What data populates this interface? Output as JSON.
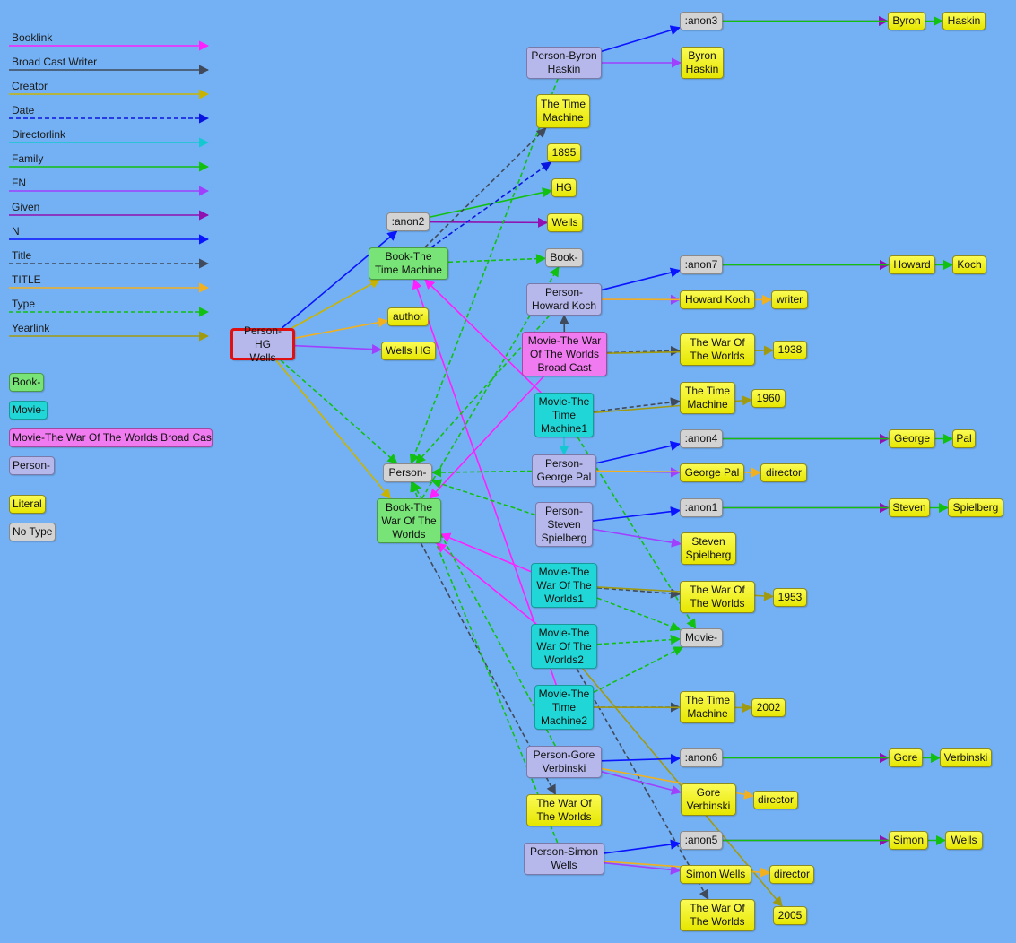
{
  "legend": {
    "edge_types": [
      {
        "label": "Booklink",
        "color": "#ff20ff",
        "dashed": false
      },
      {
        "label": "Broad Cast Writer",
        "color": "#404a5a",
        "dashed": false
      },
      {
        "label": "Creator",
        "color": "#c8b400",
        "dashed": false
      },
      {
        "label": "Date",
        "color": "#0a14e0",
        "dashed": true
      },
      {
        "label": "Directorlink",
        "color": "#14c8d2",
        "dashed": false
      },
      {
        "label": "Family",
        "color": "#12c012",
        "dashed": false
      },
      {
        "label": "FN",
        "color": "#a040ff",
        "dashed": false
      },
      {
        "label": "Given",
        "color": "#9010b0",
        "dashed": false
      },
      {
        "label": "N",
        "color": "#0a14ff",
        "dashed": false
      },
      {
        "label": "Title",
        "color": "#404a5a",
        "dashed": true
      },
      {
        "label": "TITLE",
        "color": "#f0b020",
        "dashed": false
      },
      {
        "label": "Type",
        "color": "#12c012",
        "dashed": true
      },
      {
        "label": "Yearlink",
        "color": "#a09a10",
        "dashed": false
      }
    ],
    "node_types": [
      {
        "label": "Book-",
        "kind": "book"
      },
      {
        "label": "Movie-",
        "kind": "movie"
      },
      {
        "label": "Movie-The War Of The Worlds Broad Cast",
        "kind": "bcast"
      },
      {
        "label": "Person-",
        "kind": "person"
      },
      {
        "label": "Literal",
        "kind": "lit"
      },
      {
        "label": "No Type",
        "kind": "notype"
      }
    ]
  },
  "nodes": [
    {
      "id": "root",
      "label": "Person-HG\nWells",
      "kind": "root"
    },
    {
      "id": "anon2",
      "label": ":anon2",
      "kind": "notype"
    },
    {
      "id": "bookTM",
      "label": "Book-The\nTime Machine",
      "kind": "book"
    },
    {
      "id": "author",
      "label": "author",
      "kind": "lit"
    },
    {
      "id": "wellsHG",
      "label": "Wells HG",
      "kind": "lit"
    },
    {
      "id": "personType",
      "label": "Person-",
      "kind": "notype"
    },
    {
      "id": "bookWOTW",
      "label": "Book-The\nWar Of The\nWorlds",
      "kind": "book"
    },
    {
      "id": "byron",
      "label": "Person-Byron\nHaskin",
      "kind": "person"
    },
    {
      "id": "tmTitle",
      "label": "The Time\nMachine",
      "kind": "lit"
    },
    {
      "id": "y1895",
      "label": "1895",
      "kind": "lit"
    },
    {
      "id": "hg",
      "label": "HG",
      "kind": "lit"
    },
    {
      "id": "wells",
      "label": "Wells",
      "kind": "lit"
    },
    {
      "id": "bookType",
      "label": "Book-",
      "kind": "notype"
    },
    {
      "id": "howard",
      "label": "Person-\nHoward Koch",
      "kind": "person"
    },
    {
      "id": "bcast",
      "label": "Movie-The War\nOf The Worlds\nBroad Cast",
      "kind": "bcast"
    },
    {
      "id": "mTM1",
      "label": "Movie-The\nTime\nMachine1",
      "kind": "movie"
    },
    {
      "id": "george",
      "label": "Person-\nGeorge Pal",
      "kind": "person"
    },
    {
      "id": "steven",
      "label": "Person-\nSteven\nSpielberg",
      "kind": "person"
    },
    {
      "id": "mW1",
      "label": "Movie-The\nWar Of The\nWorlds1",
      "kind": "movie"
    },
    {
      "id": "mW2",
      "label": "Movie-The\nWar Of The\nWorlds2",
      "kind": "movie"
    },
    {
      "id": "mTM2",
      "label": "Movie-The\nTime\nMachine2",
      "kind": "movie"
    },
    {
      "id": "gore",
      "label": "Person-Gore\nVerbinski",
      "kind": "person"
    },
    {
      "id": "wotwTitle",
      "label": "The War Of\nThe Worlds",
      "kind": "lit"
    },
    {
      "id": "simon",
      "label": "Person-Simon\nWells",
      "kind": "person"
    },
    {
      "id": "anon3",
      "label": ":anon3",
      "kind": "notype"
    },
    {
      "id": "byronHaskinL",
      "label": "Byron\nHaskin",
      "kind": "lit"
    },
    {
      "id": "byronL",
      "label": "Byron",
      "kind": "lit"
    },
    {
      "id": "haskinL",
      "label": "Haskin",
      "kind": "lit"
    },
    {
      "id": "anon7",
      "label": ":anon7",
      "kind": "notype"
    },
    {
      "id": "howardL",
      "label": "Howard",
      "kind": "lit"
    },
    {
      "id": "kochL",
      "label": "Koch",
      "kind": "lit"
    },
    {
      "id": "howardKochL",
      "label": "Howard Koch",
      "kind": "lit"
    },
    {
      "id": "writerL",
      "label": "writer",
      "kind": "lit"
    },
    {
      "id": "bcTitle",
      "label": "The War Of\nThe Worlds",
      "kind": "lit"
    },
    {
      "id": "y1938",
      "label": "1938",
      "kind": "lit"
    },
    {
      "id": "tm1Title",
      "label": "The Time\nMachine",
      "kind": "lit"
    },
    {
      "id": "y1960",
      "label": "1960",
      "kind": "lit"
    },
    {
      "id": "anon4",
      "label": ":anon4",
      "kind": "notype"
    },
    {
      "id": "georgeL",
      "label": "George",
      "kind": "lit"
    },
    {
      "id": "palL",
      "label": "Pal",
      "kind": "lit"
    },
    {
      "id": "georgePalL",
      "label": "George Pal",
      "kind": "lit"
    },
    {
      "id": "dirGeorge",
      "label": "director",
      "kind": "lit"
    },
    {
      "id": "anon1",
      "label": ":anon1",
      "kind": "notype"
    },
    {
      "id": "stevenL",
      "label": "Steven",
      "kind": "lit"
    },
    {
      "id": "spielbergL",
      "label": "Spielberg",
      "kind": "lit"
    },
    {
      "id": "stevenSpielbergL",
      "label": "Steven\nSpielberg",
      "kind": "lit"
    },
    {
      "id": "w1Title",
      "label": "The War Of\nThe Worlds",
      "kind": "lit"
    },
    {
      "id": "y1953",
      "label": "1953",
      "kind": "lit"
    },
    {
      "id": "movieType",
      "label": "Movie-",
      "kind": "notype"
    },
    {
      "id": "tm2Title",
      "label": "The Time\nMachine",
      "kind": "lit"
    },
    {
      "id": "y2002",
      "label": "2002",
      "kind": "lit"
    },
    {
      "id": "anon6",
      "label": ":anon6",
      "kind": "notype"
    },
    {
      "id": "goreL",
      "label": "Gore",
      "kind": "lit"
    },
    {
      "id": "verbinskiL",
      "label": "Verbinski",
      "kind": "lit"
    },
    {
      "id": "goreVerbinskiL",
      "label": "Gore\nVerbinski",
      "kind": "lit"
    },
    {
      "id": "dirGore",
      "label": "director",
      "kind": "lit"
    },
    {
      "id": "anon5",
      "label": ":anon5",
      "kind": "notype"
    },
    {
      "id": "simonL",
      "label": "Simon",
      "kind": "lit"
    },
    {
      "id": "wellsL",
      "label": "Wells",
      "kind": "lit"
    },
    {
      "id": "simonWellsL",
      "label": "Simon Wells",
      "kind": "lit"
    },
    {
      "id": "dirSimon",
      "label": "director",
      "kind": "lit"
    },
    {
      "id": "w2Title",
      "label": "The War Of\nThe Worlds",
      "kind": "lit"
    },
    {
      "id": "y2005",
      "label": "2005",
      "kind": "lit"
    }
  ],
  "edges": [
    {
      "from": "root",
      "to": "anon2",
      "type": "N"
    },
    {
      "from": "root",
      "to": "author",
      "type": "TITLE"
    },
    {
      "from": "root",
      "to": "wellsHG",
      "type": "FN"
    },
    {
      "from": "root",
      "to": "personType",
      "type": "Type"
    },
    {
      "from": "root",
      "to": "bookTM",
      "type": "Creator"
    },
    {
      "from": "root",
      "to": "bookWOTW",
      "type": "Creator"
    },
    {
      "from": "anon2",
      "to": "hg",
      "type": "Family"
    },
    {
      "from": "anon2",
      "to": "wells",
      "type": "Given"
    },
    {
      "from": "bookTM",
      "to": "tmTitle",
      "type": "Title"
    },
    {
      "from": "bookTM",
      "to": "y1895",
      "type": "Date"
    },
    {
      "from": "bookTM",
      "to": "bookType",
      "type": "Type"
    },
    {
      "from": "bookWOTW",
      "to": "wotwTitle",
      "type": "Title"
    },
    {
      "from": "bookWOTW",
      "to": "bookType",
      "type": "Type"
    },
    {
      "from": "mTM1",
      "to": "bookTM",
      "type": "Booklink"
    },
    {
      "from": "mTM2",
      "to": "bookTM",
      "type": "Booklink"
    },
    {
      "from": "mW1",
      "to": "bookWOTW",
      "type": "Booklink"
    },
    {
      "from": "mW2",
      "to": "bookWOTW",
      "type": "Booklink"
    },
    {
      "from": "bcast",
      "to": "bookWOTW",
      "type": "Booklink"
    },
    {
      "from": "byron",
      "to": "personType",
      "type": "Type"
    },
    {
      "from": "howard",
      "to": "personType",
      "type": "Type"
    },
    {
      "from": "george",
      "to": "personType",
      "type": "Type"
    },
    {
      "from": "steven",
      "to": "personType",
      "type": "Type"
    },
    {
      "from": "gore",
      "to": "personType",
      "type": "Type"
    },
    {
      "from": "simon",
      "to": "personType",
      "type": "Type"
    },
    {
      "from": "byron",
      "to": "anon3",
      "type": "N"
    },
    {
      "from": "byron",
      "to": "byronHaskinL",
      "type": "FN"
    },
    {
      "from": "anon3",
      "to": "byronL",
      "type": "Given"
    },
    {
      "from": "anon3",
      "to": "haskinL",
      "type": "Family"
    },
    {
      "from": "howard",
      "to": "anon7",
      "type": "N"
    },
    {
      "from": "howard",
      "to": "howardKochL",
      "type": "FN"
    },
    {
      "from": "howard",
      "to": "writerL",
      "type": "TITLE"
    },
    {
      "from": "anon7",
      "to": "howardL",
      "type": "Given"
    },
    {
      "from": "anon7",
      "to": "kochL",
      "type": "Family"
    },
    {
      "from": "bcast",
      "to": "howard",
      "type": "Broad Cast Writer"
    },
    {
      "from": "bcast",
      "to": "bcTitle",
      "type": "Title"
    },
    {
      "from": "bcast",
      "to": "y1938",
      "type": "Yearlink"
    },
    {
      "from": "mTM1",
      "to": "tm1Title",
      "type": "Title"
    },
    {
      "from": "mTM1",
      "to": "y1960",
      "type": "Yearlink"
    },
    {
      "from": "mTM1",
      "to": "george",
      "type": "Directorlink"
    },
    {
      "from": "mTM1",
      "to": "movieType",
      "type": "Type"
    },
    {
      "from": "george",
      "to": "anon4",
      "type": "N"
    },
    {
      "from": "george",
      "to": "georgePalL",
      "type": "FN"
    },
    {
      "from": "george",
      "to": "dirGeorge",
      "type": "TITLE"
    },
    {
      "from": "anon4",
      "to": "georgeL",
      "type": "Given"
    },
    {
      "from": "anon4",
      "to": "palL",
      "type": "Family"
    },
    {
      "from": "steven",
      "to": "anon1",
      "type": "N"
    },
    {
      "from": "steven",
      "to": "stevenSpielbergL",
      "type": "FN"
    },
    {
      "from": "anon1",
      "to": "stevenL",
      "type": "Given"
    },
    {
      "from": "anon1",
      "to": "spielbergL",
      "type": "Family"
    },
    {
      "from": "mW1",
      "to": "w1Title",
      "type": "Title"
    },
    {
      "from": "mW1",
      "to": "y1953",
      "type": "Yearlink"
    },
    {
      "from": "mW1",
      "to": "movieType",
      "type": "Type"
    },
    {
      "from": "mW2",
      "to": "movieType",
      "type": "Type"
    },
    {
      "from": "mW2",
      "to": "w2Title",
      "type": "Title"
    },
    {
      "from": "mW2",
      "to": "y2005",
      "type": "Yearlink"
    },
    {
      "from": "mTM2",
      "to": "tm2Title",
      "type": "Title"
    },
    {
      "from": "mTM2",
      "to": "y2002",
      "type": "Yearlink"
    },
    {
      "from": "mTM2",
      "to": "movieType",
      "type": "Type"
    },
    {
      "from": "gore",
      "to": "anon6",
      "type": "N"
    },
    {
      "from": "gore",
      "to": "goreVerbinskiL",
      "type": "FN"
    },
    {
      "from": "gore",
      "to": "dirGore",
      "type": "TITLE"
    },
    {
      "from": "anon6",
      "to": "goreL",
      "type": "Given"
    },
    {
      "from": "anon6",
      "to": "verbinskiL",
      "type": "Family"
    },
    {
      "from": "simon",
      "to": "anon5",
      "type": "N"
    },
    {
      "from": "simon",
      "to": "simonWellsL",
      "type": "FN"
    },
    {
      "from": "simon",
      "to": "dirSimon",
      "type": "TITLE"
    },
    {
      "from": "anon5",
      "to": "simonL",
      "type": "Given"
    },
    {
      "from": "anon5",
      "to": "wellsL",
      "type": "Family"
    }
  ]
}
